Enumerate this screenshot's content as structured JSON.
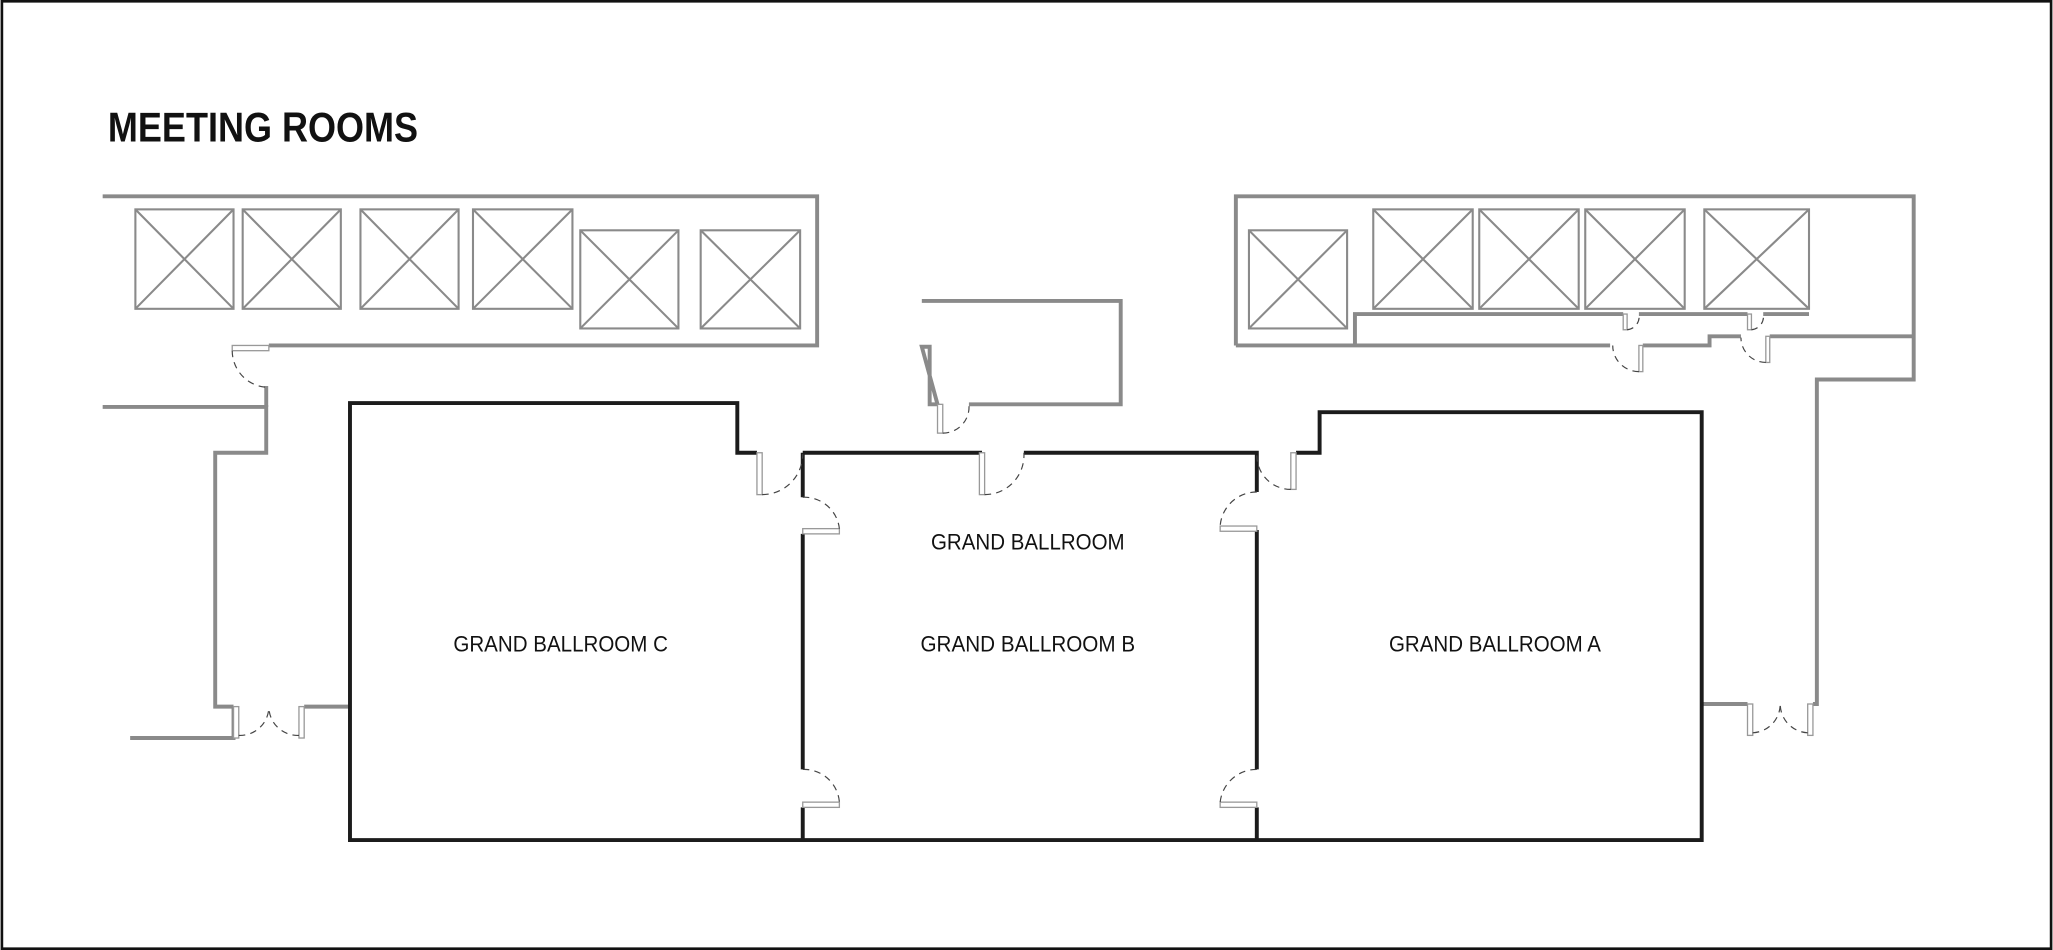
{
  "title": "MEETING ROOMS",
  "rooms": {
    "grand_ballroom": "GRAND BALLROOM",
    "a": "GRAND BALLROOM A",
    "b": "GRAND BALLROOM B",
    "c": "GRAND BALLROOM C"
  },
  "colors": {
    "wall_ballroom": "#1c1c1c",
    "wall_other": "#8a8a8a"
  }
}
